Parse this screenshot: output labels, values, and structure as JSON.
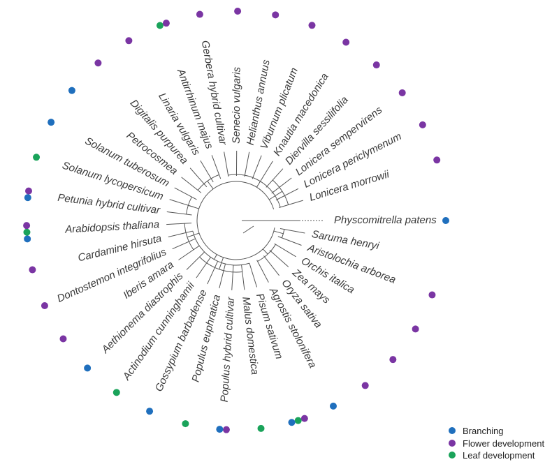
{
  "colors": {
    "branching": "#1f6fbd",
    "flower": "#7a35a3",
    "leaf": "#1aa35a",
    "branch_line": "#555555",
    "text": "#3a3a3a"
  },
  "legend": [
    {
      "label": "Branching",
      "color": "#1f6fbd"
    },
    {
      "label": "Flower development",
      "color": "#7a35a3"
    },
    {
      "label": "Leaf development",
      "color": "#1aa35a"
    }
  ],
  "taxa": [
    {
      "name": "Physcomitrella patens",
      "traits": [
        "branching"
      ]
    },
    {
      "name": "Saruma henryi",
      "traits": []
    },
    {
      "name": "Aristolochia arborea",
      "traits": [
        "flower"
      ]
    },
    {
      "name": "Orchis italica",
      "traits": [
        "flower"
      ]
    },
    {
      "name": "Zea mays",
      "traits": [
        "flower"
      ]
    },
    {
      "name": "Oryza sativa",
      "traits": [
        "flower"
      ]
    },
    {
      "name": "Agrostis stolonifera",
      "traits": [
        "branching"
      ]
    },
    {
      "name": "Pisum sativum",
      "traits": [
        "flower",
        "leaf",
        "branching"
      ]
    },
    {
      "name": "Malus domestica",
      "traits": [
        "leaf"
      ]
    },
    {
      "name": "Populus hybrid cultivar",
      "traits": [
        "flower",
        "branching"
      ]
    },
    {
      "name": "Populus euphratica",
      "traits": [
        "leaf"
      ]
    },
    {
      "name": "Gossypium barbadense",
      "traits": [
        "branching"
      ]
    },
    {
      "name": "Actinodium cunninghamii",
      "traits": [
        "leaf"
      ]
    },
    {
      "name": "Aethionema diastrophis",
      "traits": [
        "branching"
      ]
    },
    {
      "name": "Iberis amara",
      "traits": [
        "flower"
      ]
    },
    {
      "name": "Dontostemon integrifolius",
      "traits": [
        "flower"
      ]
    },
    {
      "name": "Cardamine hirsuta",
      "traits": [
        "flower"
      ]
    },
    {
      "name": "Arabidopsis thaliana",
      "traits": [
        "branching",
        "leaf",
        "flower"
      ]
    },
    {
      "name": "Petunia hybrid cultivar",
      "traits": [
        "branching",
        "flower"
      ]
    },
    {
      "name": "Solanum lycopersicum",
      "traits": [
        "leaf"
      ]
    },
    {
      "name": "Solanum tuberosum",
      "traits": [
        "branching"
      ]
    },
    {
      "name": "Petrocosmea",
      "traits": [
        "branching"
      ]
    },
    {
      "name": "Digitalis purpurea",
      "traits": [
        "flower"
      ]
    },
    {
      "name": "Linaria vulgaris",
      "traits": [
        "flower"
      ]
    },
    {
      "name": "Antirrhinum majus",
      "traits": [
        "leaf",
        "flower"
      ]
    },
    {
      "name": "Gerbera hybrid cultivar",
      "traits": [
        "flower"
      ]
    },
    {
      "name": "Senecio vulgaris",
      "traits": [
        "flower"
      ]
    },
    {
      "name": "Helianthus annuus",
      "traits": [
        "flower"
      ]
    },
    {
      "name": "Viburnum plicatum",
      "traits": [
        "flower"
      ]
    },
    {
      "name": "Knautia macedonica",
      "traits": [
        "flower"
      ]
    },
    {
      "name": "Diervilla sessilifolia",
      "traits": [
        "flower"
      ]
    },
    {
      "name": "Lonicera sempervirens",
      "traits": [
        "flower"
      ]
    },
    {
      "name": "Lonicera periclymenum",
      "traits": [
        "flower"
      ]
    },
    {
      "name": "Lonicera morrowii",
      "traits": [
        "flower"
      ]
    }
  ]
}
